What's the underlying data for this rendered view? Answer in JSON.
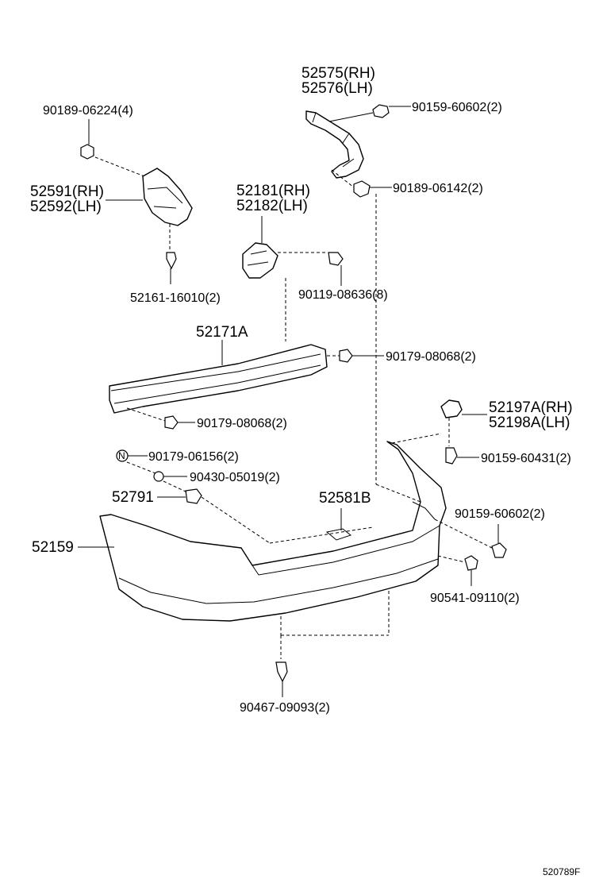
{
  "diagram": {
    "footer_code": "520789F",
    "labels": {
      "p52575": "52575(RH)",
      "p52576": "52576(LH)",
      "p90159_60602_top": "90159-60602(2)",
      "p90189_06224": "90189-06224(4)",
      "p52591": "52591(RH)",
      "p52592": "52592(LH)",
      "p52181": "52181(RH)",
      "p52182": "52182(LH)",
      "p90189_06142": "90189-06142(2)",
      "p52161": "52161-16010(2)",
      "p90119": "90119-08636(8)",
      "p52171A": "52171A",
      "p90179_08068_right": "90179-08068(2)",
      "p90179_08068_left": "90179-08068(2)",
      "p52197A": "52197A(RH)",
      "p52198A": "52198A(LH)",
      "p90179_06156": "90179-06156(2)",
      "p90159_60431": "90159-60431(2)",
      "p90430": "90430-05019(2)",
      "p52791": "52791",
      "p52581B": "52581B",
      "p90159_60602_bottom": "90159-60602(2)",
      "p52159": "52159",
      "p90541": "90541-09110(2)",
      "p90467": "90467-09093(2)"
    }
  }
}
